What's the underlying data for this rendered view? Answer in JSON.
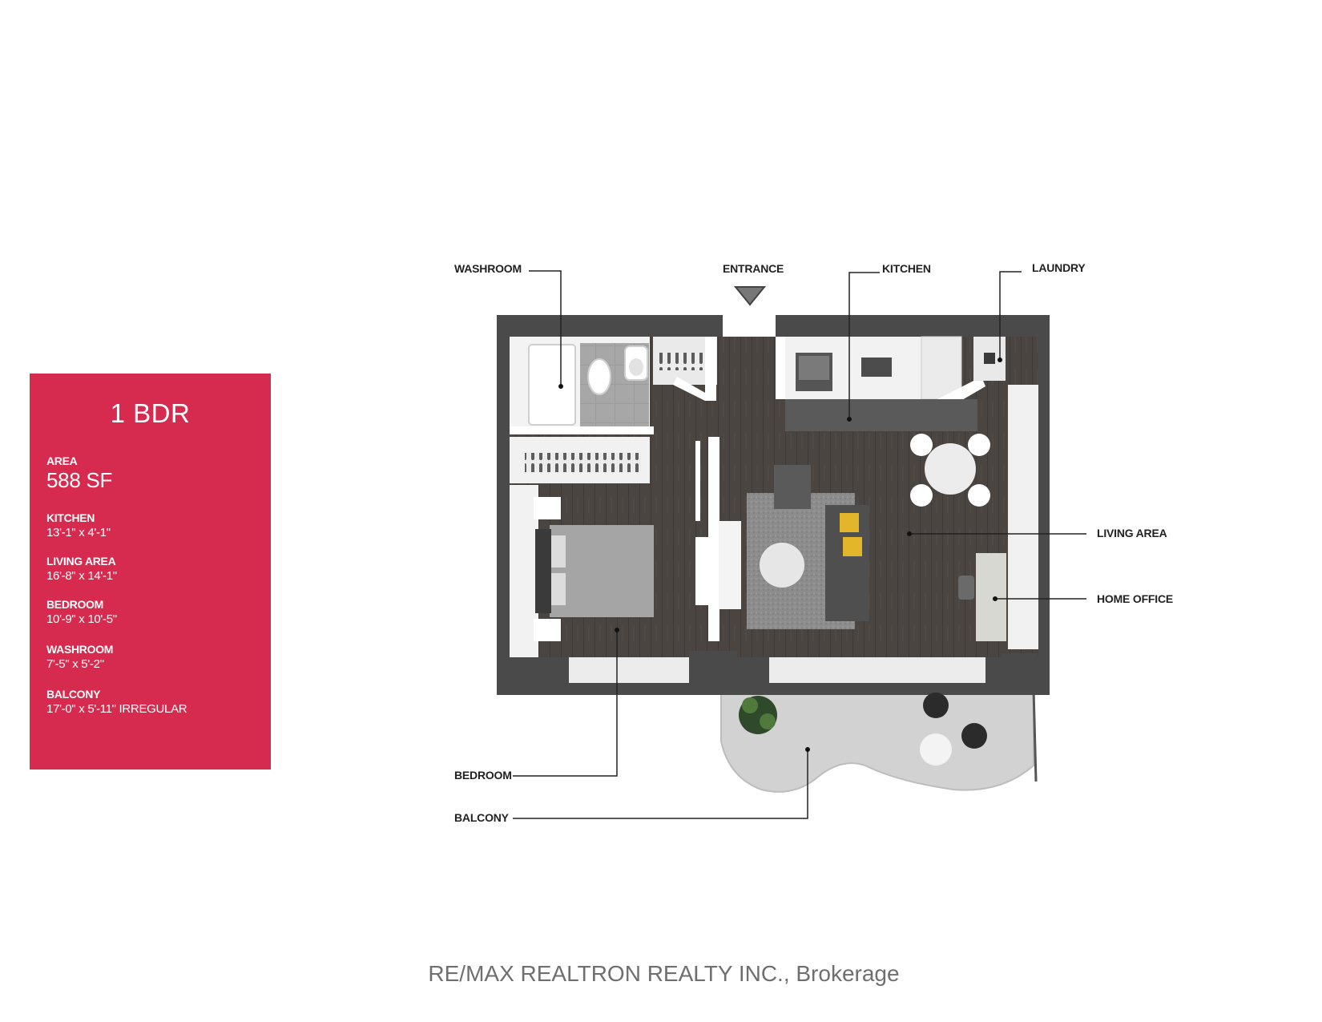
{
  "unit": {
    "title": "1 BDR",
    "area_label": "AREA",
    "area_value": "588 SF",
    "rooms": [
      {
        "label": "KITCHEN",
        "value": "13'-1\" x 4'-1\""
      },
      {
        "label": "LIVING AREA",
        "value": "16'-8\" x 14'-1\""
      },
      {
        "label": "BEDROOM",
        "value": "10'-9\" x 10'-5\""
      },
      {
        "label": "WASHROOM",
        "value": "7'-5\" x 5'-2\""
      },
      {
        "label": "BALCONY",
        "value": "17'-0\" x 5'-11\" IRREGULAR"
      }
    ]
  },
  "callouts": {
    "washroom": "WASHROOM",
    "entrance": "ENTRANCE",
    "kitchen": "KITCHEN",
    "laundry": "LAUNDRY",
    "living_area": "LIVING AREA",
    "home_office": "HOME OFFICE",
    "bedroom": "BEDROOM",
    "balcony": "BALCONY"
  },
  "watermark": "RE/MAX REALTRON REALTY INC., Brokerage",
  "colors": {
    "panel": "#d62a4e",
    "wall": "#4a4a4a",
    "floor": "#4b4542",
    "balcony": "#cfcfcf",
    "accent_cushion": "#e3b52a"
  }
}
